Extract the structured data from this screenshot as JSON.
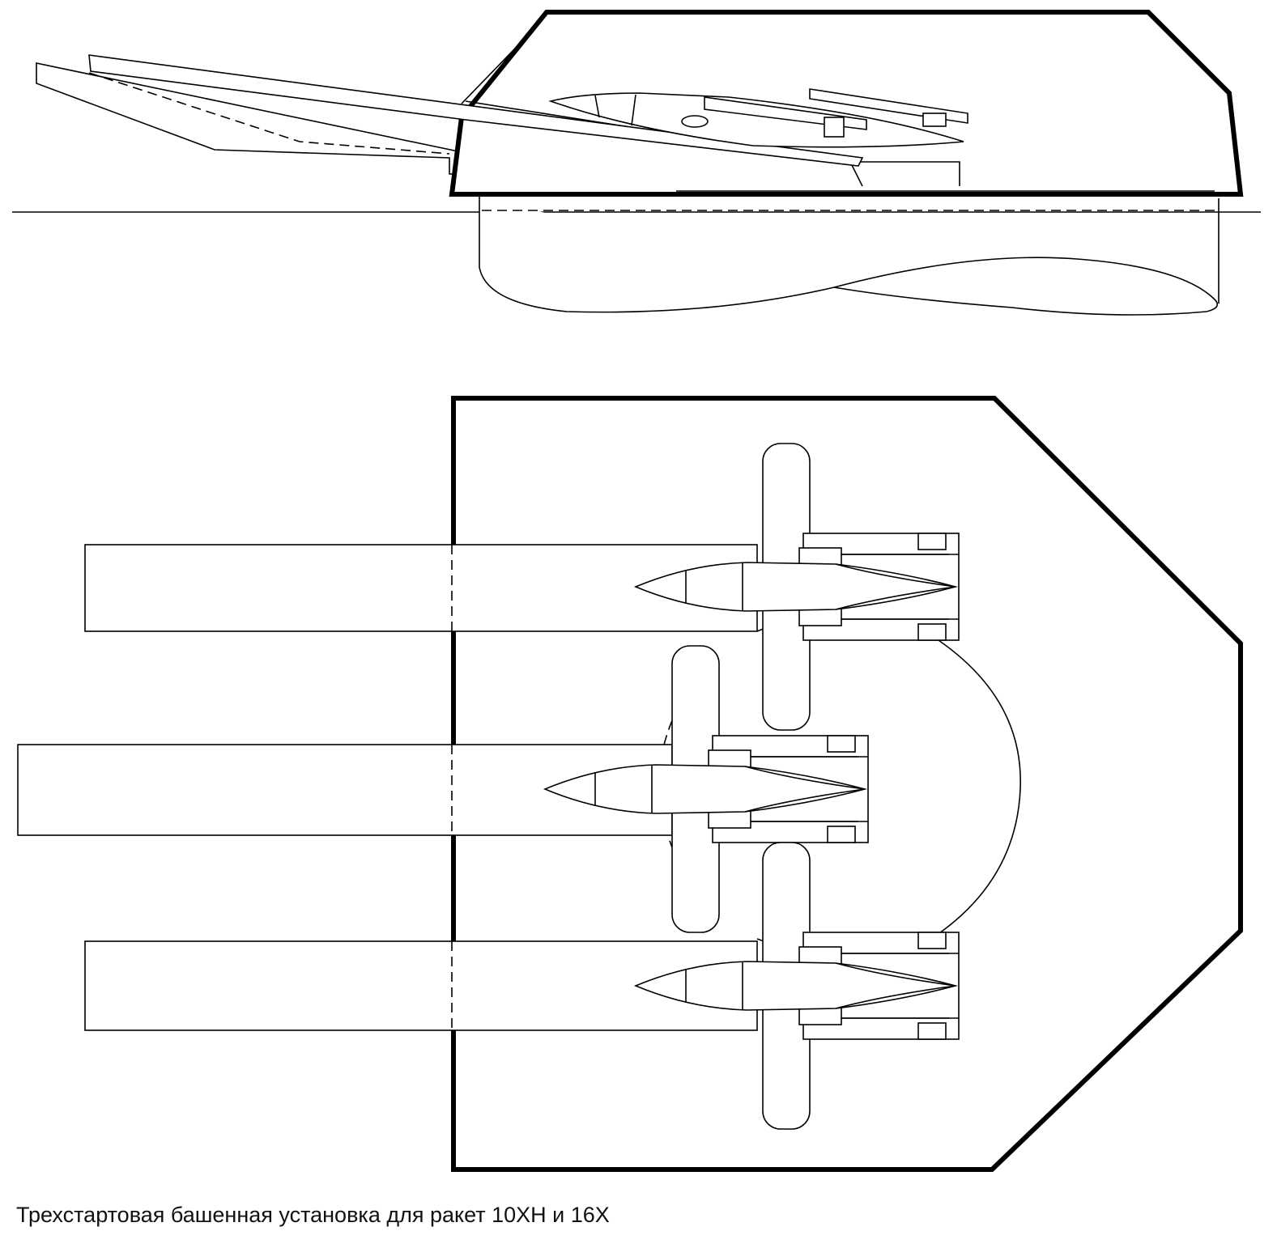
{
  "caption": "Трехстартовая башенная установка для ракет 10ХН и 16Х",
  "views": [
    "side-view",
    "top-view"
  ],
  "missile_count": 3
}
